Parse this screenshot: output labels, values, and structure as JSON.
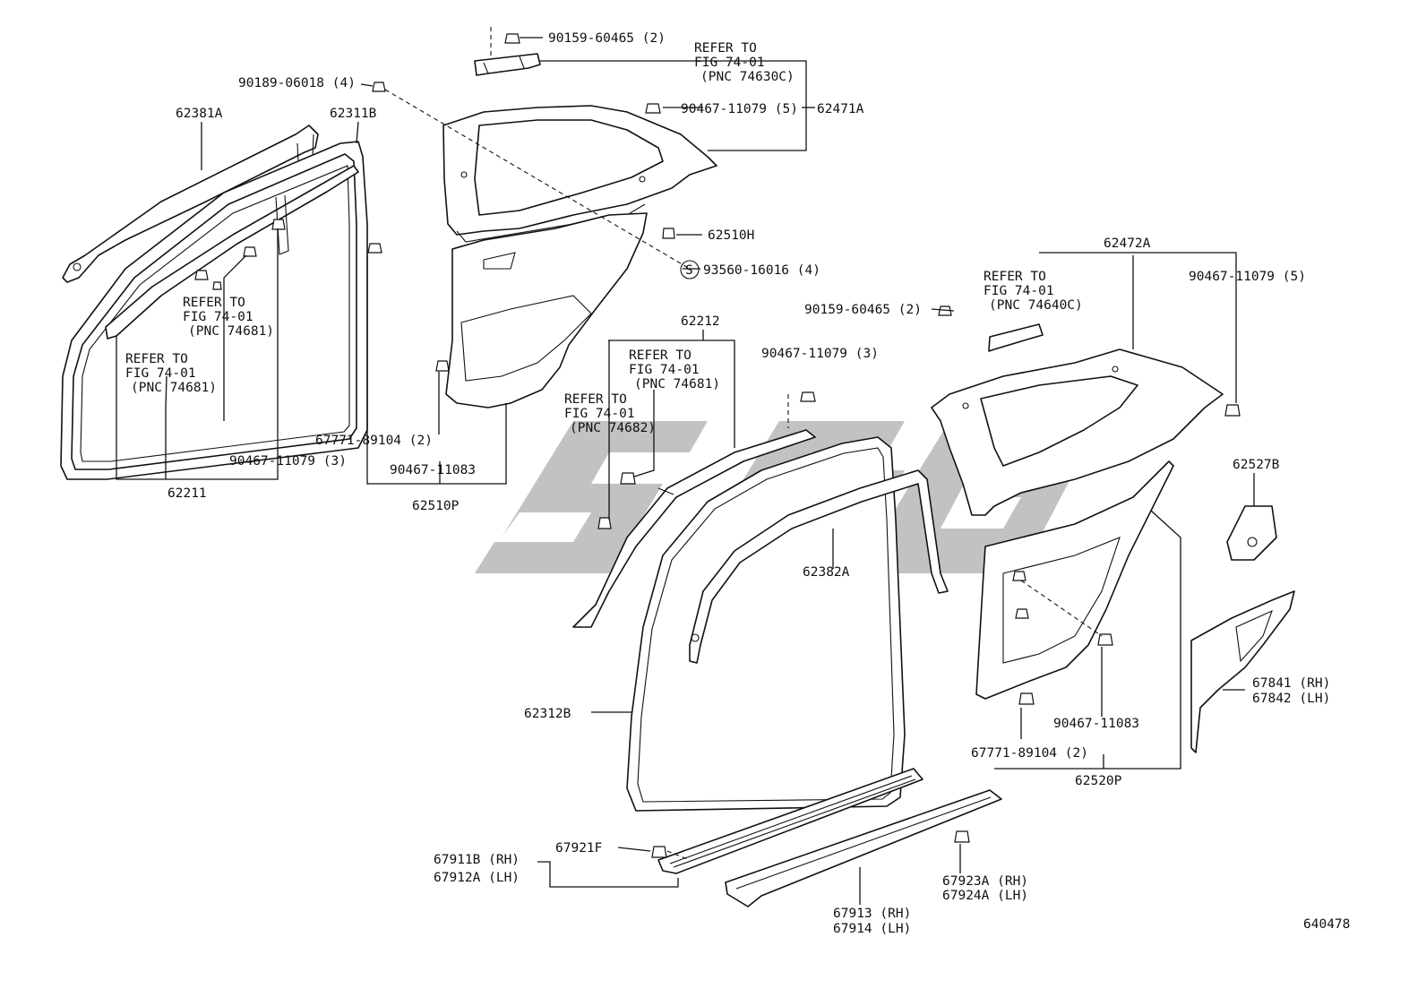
{
  "diagram": {
    "number": "640478",
    "watermark": "SGG",
    "labels": {
      "p90159_top": "90159-60465 (2)",
      "refer_74630_1": "REFER TO",
      "refer_74630_2": "FIG 74-01",
      "refer_74630_3": "(PNC 74630C)",
      "p90189": "90189-06018 (4)",
      "p90467_11079_5a": "90467-11079 (5)",
      "p62471A": "62471A",
      "p62381A": "62381A",
      "p62311B": "62311B",
      "p62510H": "62510H",
      "p93560": "93560-16016 (4)",
      "s_symbol": "S",
      "p62472A": "62472A",
      "refer_74640_1": "REFER TO",
      "refer_74640_2": "FIG 74-01",
      "refer_74640_3": "(PNC 74640C)",
      "p90467_11079_5b": "90467-11079 (5)",
      "p90159_mid": "90159-60465 (2)",
      "refer_left_a1": "REFER TO",
      "refer_left_a2": "FIG 74-01",
      "refer_left_a3": "(PNC 74681)",
      "refer_left_b1": "REFER TO",
      "refer_left_b2": "FIG 74-01",
      "refer_left_b3": "(PNC 74681)",
      "p62212": "62212",
      "refer_mid_a1": "REFER TO",
      "refer_mid_a2": "FIG 74-01",
      "refer_mid_a3": "(PNC 74681)",
      "p90467_11079_3a": "90467-11079 (3)",
      "refer_mid_b1": "REFER TO",
      "refer_mid_b2": "FIG 74-01",
      "refer_mid_b3": "(PNC 74682)",
      "p67771_a": "67771-89104 (2)",
      "p90467_11079_3b": "90467-11079 (3)",
      "p90467_11083_a": "90467-11083",
      "p62211": "62211",
      "p62510P": "62510P",
      "p62527B": "62527B",
      "p62382A": "62382A",
      "p67841": "67841 (RH)",
      "p67842": "67842 (LH)",
      "p62312B": "62312B",
      "p90467_11083_b": "90467-11083",
      "p67771_b": "67771-89104 (2)",
      "p62520P": "62520P",
      "p67911B": "67911B (RH)",
      "p67912A": "67912A (LH)",
      "p67921F": "67921F",
      "p67923A": "67923A (RH)",
      "p67924A": "67924A (LH)",
      "p67913": "67913 (RH)",
      "p67914": "67914 (LH)"
    }
  }
}
